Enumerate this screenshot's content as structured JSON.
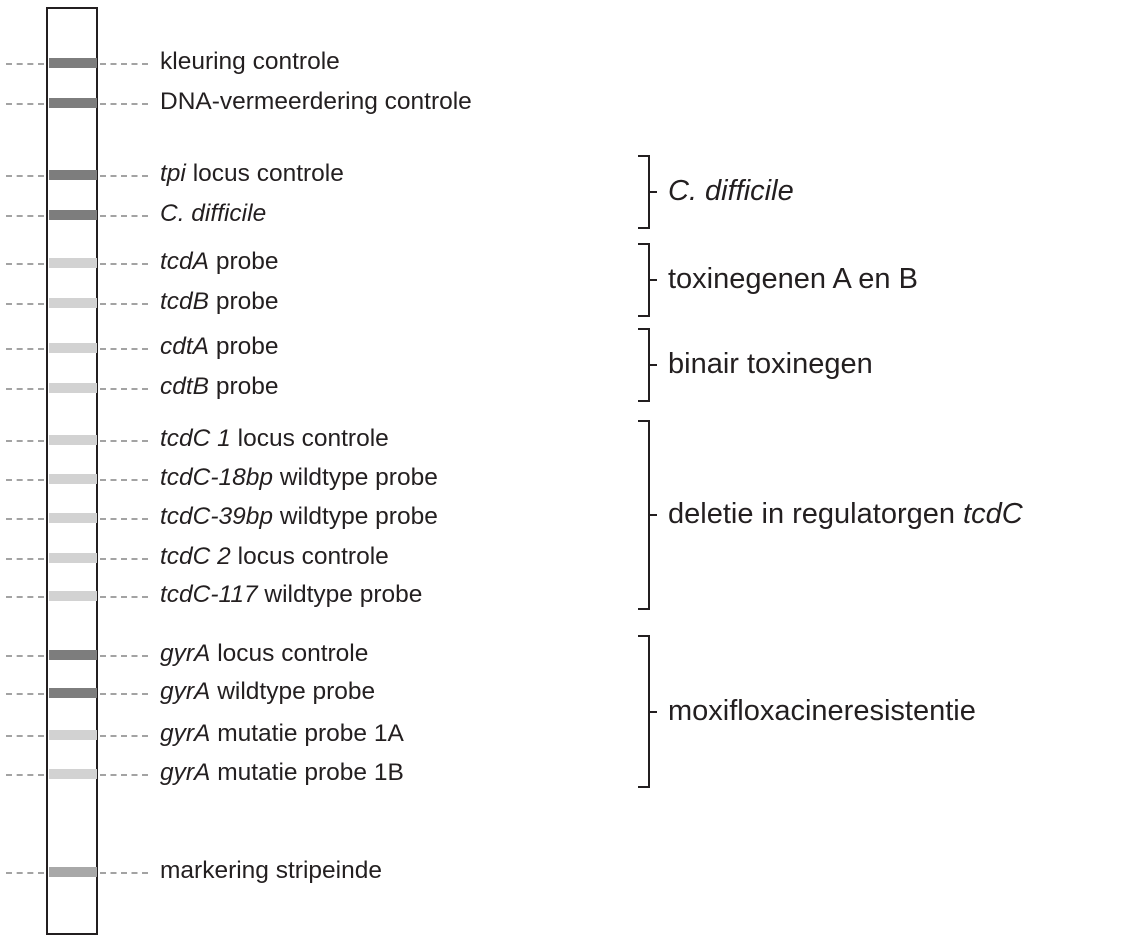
{
  "rows": [
    {
      "italic": "",
      "text": "kleuring controle",
      "band": "dark"
    },
    {
      "italic": "",
      "text": "DNA-vermeerdering controle",
      "band": "dark"
    },
    {
      "italic": "tpi",
      "text": " locus controle",
      "band": "dark"
    },
    {
      "italic": "C. difficile",
      "text": "",
      "band": "dark"
    },
    {
      "italic": "tcdA",
      "text": " probe",
      "band": "light"
    },
    {
      "italic": "tcdB",
      "text": " probe",
      "band": "light"
    },
    {
      "italic": "cdtA",
      "text": " probe",
      "band": "light"
    },
    {
      "italic": "cdtB",
      "text": " probe",
      "band": "light"
    },
    {
      "italic": "tcdC 1",
      "text": " locus controle",
      "band": "light"
    },
    {
      "italic": "tcdC-18bp",
      "text": " wildtype probe",
      "band": "light"
    },
    {
      "italic": "tcdC-39bp",
      "text": " wildtype probe",
      "band": "light"
    },
    {
      "italic": "tcdC 2",
      "text": " locus controle",
      "band": "light"
    },
    {
      "italic": "tcdC-117",
      "text": " wildtype probe",
      "band": "light"
    },
    {
      "italic": "gyrA",
      "text": " locus controle",
      "band": "dark"
    },
    {
      "italic": "gyrA",
      "text": " wildtype probe",
      "band": "dark"
    },
    {
      "italic": "gyrA",
      "text": " mutatie probe 1A",
      "band": "light"
    },
    {
      "italic": "gyrA",
      "text": " mutatie probe 1B",
      "band": "light"
    },
    {
      "italic": "",
      "text": "markering stripeinde",
      "band": "medium"
    }
  ],
  "groups": [
    {
      "text": "",
      "italic": "C. difficile",
      "first_row": 2,
      "last_row": 3
    },
    {
      "text": "toxinegenen A en B",
      "italic": "",
      "first_row": 4,
      "last_row": 5
    },
    {
      "text": "binair toxinegen",
      "italic": "",
      "first_row": 6,
      "last_row": 7
    },
    {
      "text": "deletie in regulatorgen ",
      "italic": "tcdC",
      "first_row": 8,
      "last_row": 12
    },
    {
      "text": "moxifloxacineresistentie",
      "italic": "",
      "first_row": 13,
      "last_row": 16
    }
  ],
  "colors": {
    "dark": "#7d7d7d",
    "light": "#d2d2d2",
    "medium": "#a8a8a8"
  }
}
